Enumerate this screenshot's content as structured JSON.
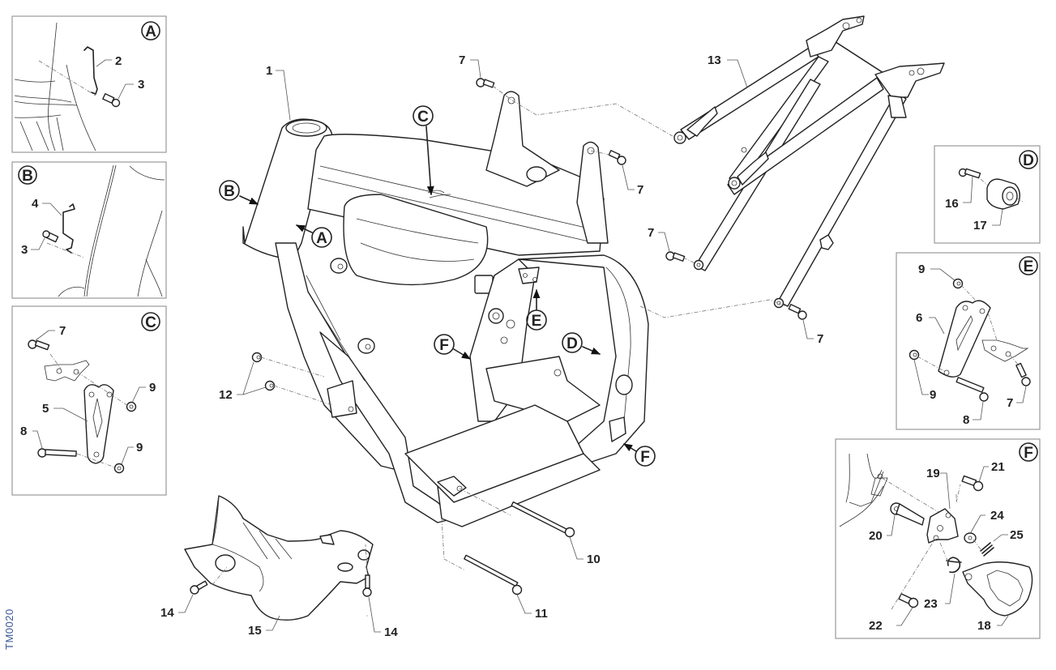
{
  "diagram": {
    "type": "exploded-parts-diagram",
    "subject": "motorcycle frame assembly",
    "figure_code": "TM0020",
    "colors": {
      "line": "#222222",
      "panel_border": "#9a9a9a",
      "figure_code": "#3d5a99",
      "background": "#ffffff"
    },
    "main_labels": {
      "p1": "1",
      "p7a": "7",
      "p7b": "7",
      "p7c": "7",
      "p7d": "7",
      "p10": "10",
      "p11": "11",
      "p12": "12",
      "p13": "13",
      "p14a": "14",
      "p14b": "14",
      "p15": "15"
    },
    "callouts": {
      "A": "A",
      "B": "B",
      "C": "C",
      "D": "D",
      "E": "E",
      "F1": "F",
      "F2": "F"
    },
    "detail_panels": [
      {
        "id": "A",
        "letter": "A",
        "labels": [
          "2",
          "3"
        ]
      },
      {
        "id": "B",
        "letter": "B",
        "labels": [
          "4",
          "3"
        ]
      },
      {
        "id": "C",
        "letter": "C",
        "labels": [
          "7",
          "9",
          "5",
          "8",
          "9"
        ]
      },
      {
        "id": "D",
        "letter": "D",
        "labels": [
          "16",
          "17"
        ]
      },
      {
        "id": "E",
        "letter": "E",
        "labels": [
          "9",
          "6",
          "9",
          "8",
          "7"
        ]
      },
      {
        "id": "F",
        "letter": "F",
        "labels": [
          "21",
          "19",
          "20",
          "24",
          "25",
          "23",
          "22",
          "18"
        ]
      }
    ]
  }
}
